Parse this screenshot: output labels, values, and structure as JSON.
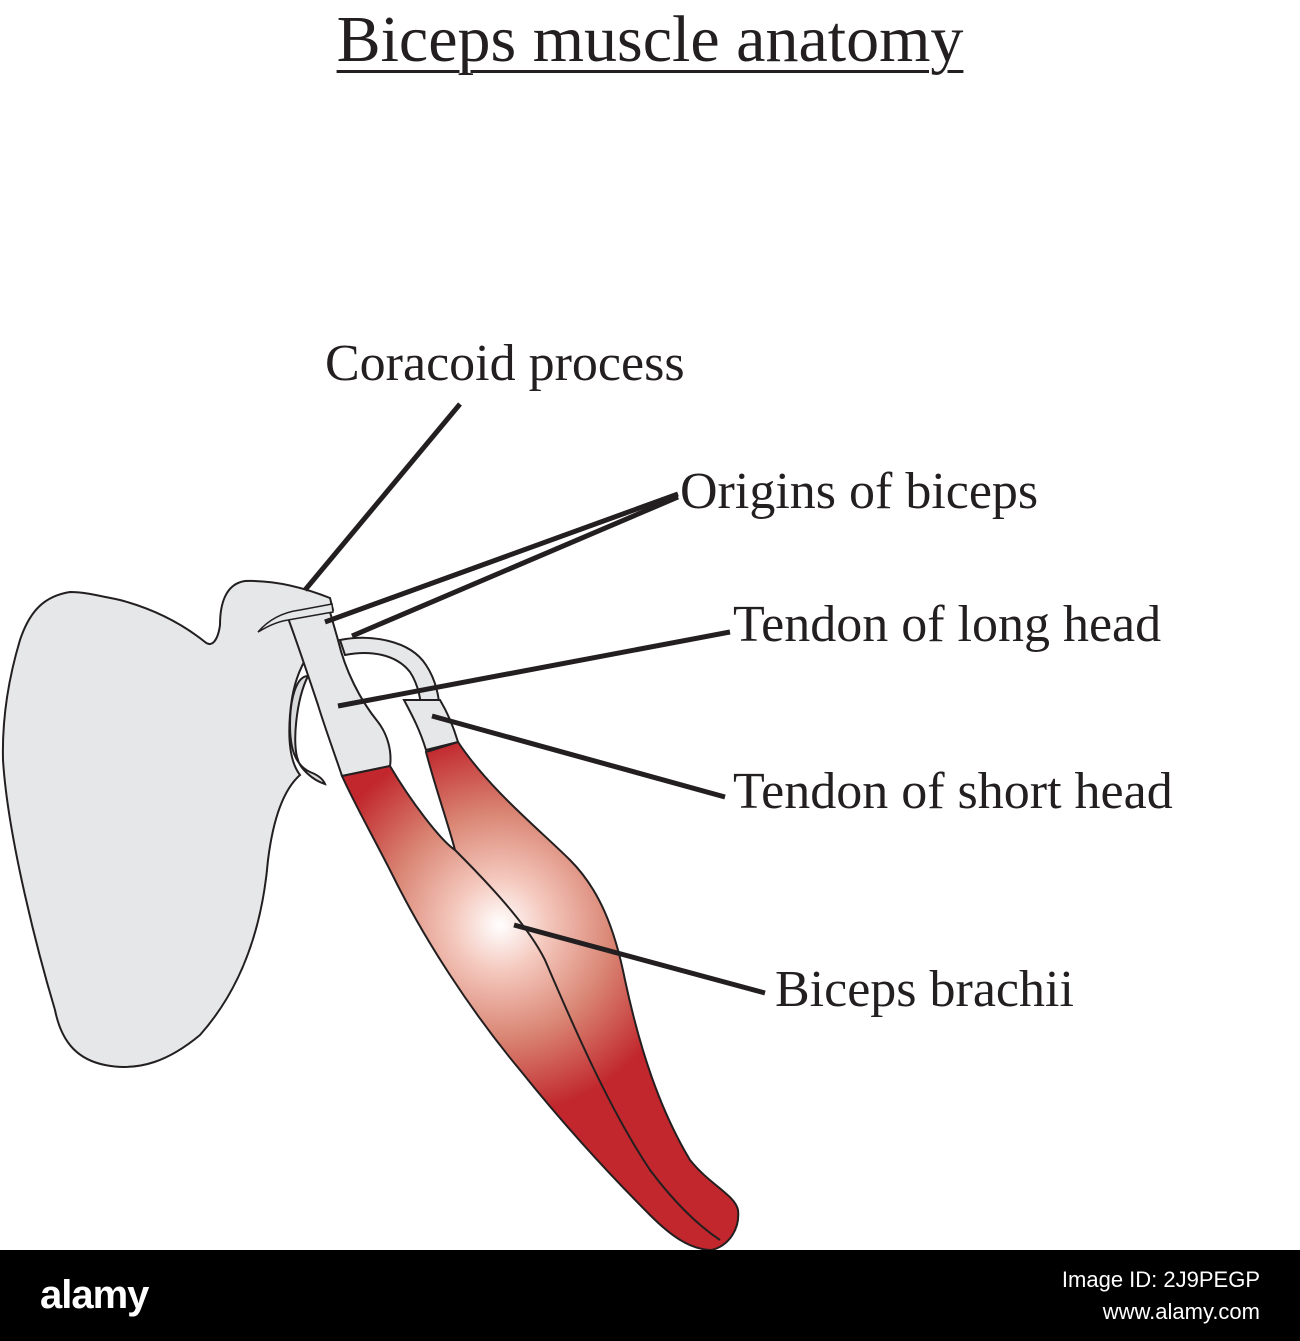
{
  "title": "Biceps muscle anatomy",
  "labels": {
    "coracoid_process": "Coracoid process",
    "origins_of_biceps": "Origins of biceps",
    "tendon_long_head": "Tendon of long head",
    "tendon_short_head": "Tendon of short head",
    "biceps_brachii": "Biceps brachii"
  },
  "watermark": {
    "brand": "alamy",
    "image_id": "Image ID: 2J9PEGP",
    "site": "www.alamy.com"
  },
  "colors": {
    "bone_fill": "#e6e7e8",
    "outline": "#231f20",
    "muscle_dark": "#c1272d",
    "muscle_light": "#ffffff",
    "leader_line": "#231f20",
    "footer_bg": "#000000"
  }
}
